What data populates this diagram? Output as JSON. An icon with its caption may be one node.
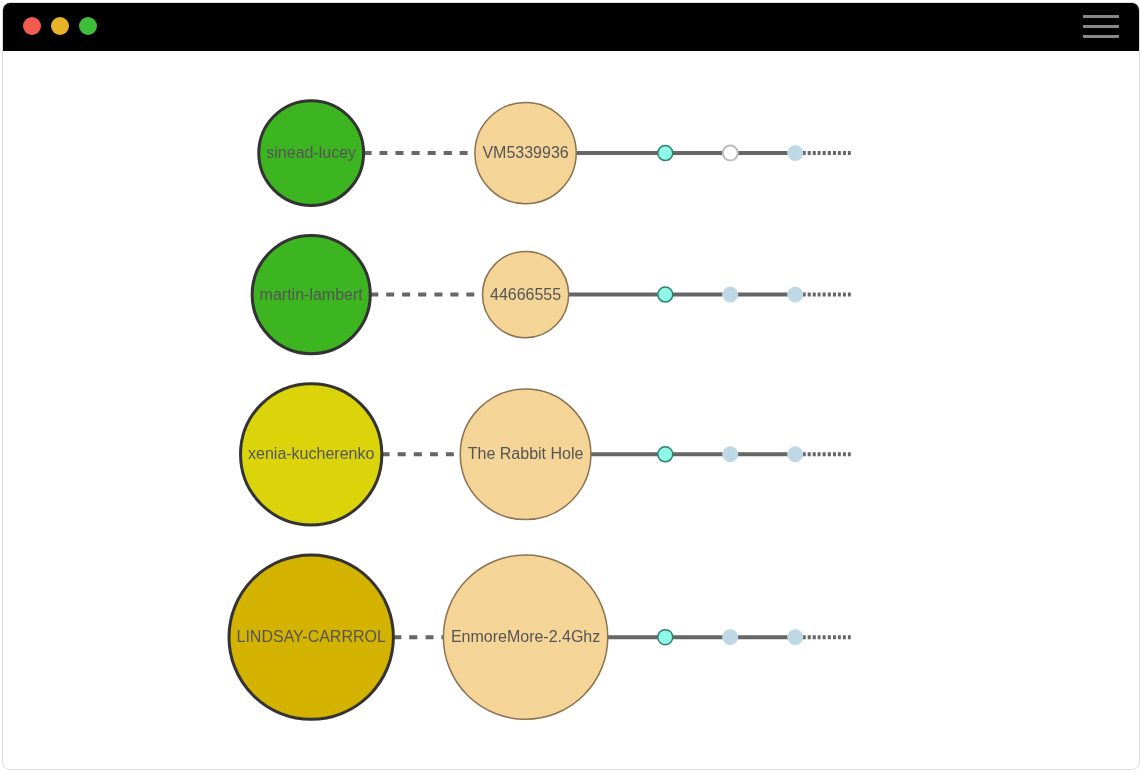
{
  "diagram": {
    "nodes": [
      {
        "text": [
          "sinead-lucey"
        ]
      },
      {
        "text": [
          "VM5339936"
        ]
      },
      {
        "text": [],
        "shape": "circle"
      },
      {
        "text": [],
        "shape": "circle"
      },
      {
        "text": [],
        "shape": "circle"
      },
      {
        "text": [
          "martin-lambert"
        ]
      },
      {
        "text": [
          "44666555"
        ]
      },
      {
        "text": [],
        "shape": "circle"
      },
      {
        "text": [],
        "shape": "circle"
      },
      {
        "text": [],
        "shape": "circle"
      },
      {
        "text": [
          "xenia-kucherenko"
        ]
      },
      {
        "text": [
          "The Rabbit Hole"
        ]
      },
      {
        "text": [],
        "shape": "circle"
      },
      {
        "text": [],
        "shape": "circle"
      },
      {
        "text": [],
        "shape": "circle"
      },
      {
        "text": [
          "LINDSAY-CARRROL"
        ]
      },
      {
        "text": [
          "EnmoreMore-2.4Ghz"
        ]
      },
      {
        "text": [],
        "shape": "circle"
      },
      {
        "text": [],
        "shape": "circle"
      },
      {
        "text": [],
        "shape": "circle"
      }
    ],
    "edges": [
      {
        "from": 0,
        "to": 1,
        "arrow": "none",
        "style": "dashed"
      },
      {
        "from": 1,
        "to": 2,
        "arrow": "none"
      },
      {
        "from": 2,
        "to": 3,
        "arrow": "none"
      },
      {
        "from": 3,
        "to": 4,
        "arrow": "none"
      },
      {
        "from": 4,
        "to": null,
        "arrow": "none",
        "style": "dashed"
      },
      {
        "from": 5,
        "to": 6,
        "arrow": "none",
        "style": "dashed"
      },
      {
        "from": 6,
        "to": 7,
        "arrow": "none"
      },
      {
        "from": 7,
        "to": 8,
        "arrow": "none"
      },
      {
        "from": 8,
        "to": 9,
        "arrow": "none"
      },
      {
        "from": 9,
        "to": null,
        "arrow": "none",
        "style": "dashed"
      },
      {
        "from": 10,
        "to": 11,
        "arrow": "none",
        "style": "dashed"
      },
      {
        "from": 11,
        "to": 12,
        "arrow": "none"
      },
      {
        "from": 12,
        "to": 13,
        "arrow": "none"
      },
      {
        "from": 13,
        "to": 14,
        "arrow": "none"
      },
      {
        "from": 14,
        "to": null,
        "arrow": "none",
        "style": "dashed"
      },
      {
        "from": 15,
        "to": 16,
        "arrow": "none",
        "style": "dashed"
      },
      {
        "from": 16,
        "to": 17,
        "arrow": "none"
      },
      {
        "from": 17,
        "to": 18,
        "arrow": "none"
      },
      {
        "from": 18,
        "to": 19,
        "arrow": "none"
      },
      {
        "from": 19,
        "to": null,
        "arrow": "none",
        "style": "dashed"
      }
    ]
  }
}
